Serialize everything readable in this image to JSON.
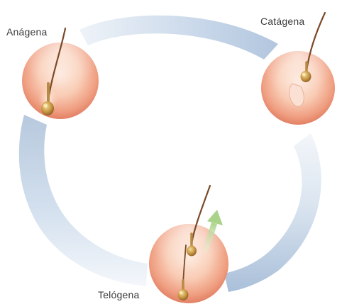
{
  "stages": {
    "anagen": {
      "label": "Anágena"
    },
    "catagen": {
      "label": "Catágena"
    },
    "telogen": {
      "label": "Telógena"
    }
  },
  "colors": {
    "cycle_ring_light": "#eef3f8",
    "cycle_ring_dark": "#9fb6d2",
    "skin_core": "#fbd7c4",
    "skin_edge": "#e37f63",
    "hair_shaft": "#7a4a28",
    "hair_bulb": "#c99a45",
    "growth_arrow": "#bfe0a0"
  },
  "icons": {
    "growth_arrow": "up-arrow-icon"
  }
}
